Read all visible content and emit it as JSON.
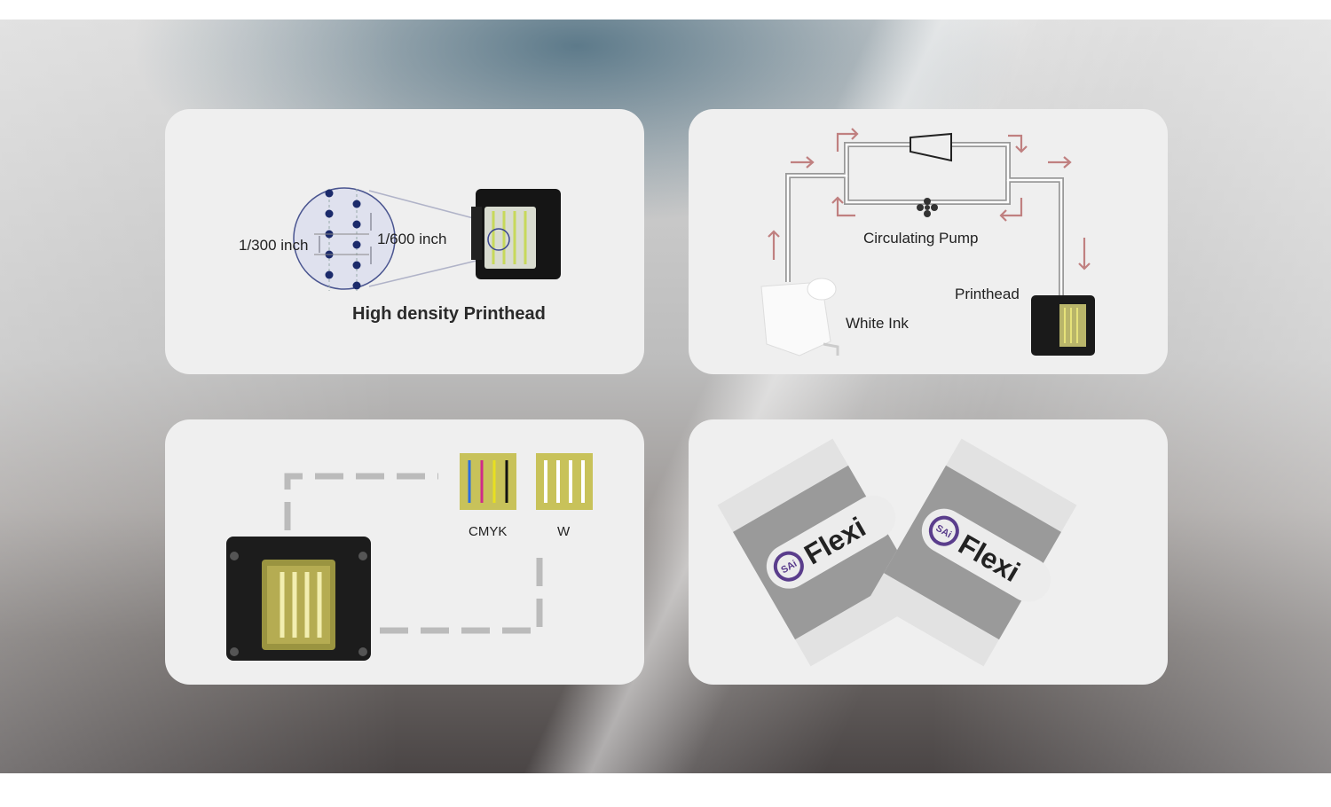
{
  "panels": {
    "high_density": {
      "label_300": "1/300 inch",
      "label_600": "1/600 inch",
      "caption": "High density Printhead"
    },
    "circulation": {
      "pump": "Circulating Pump",
      "printhead": "Printhead",
      "ink": "White Ink",
      "arrow_color": "#c08080"
    },
    "channels": {
      "cmyk": "CMYK",
      "white": "W"
    },
    "software": {
      "logo_text": "Flexi",
      "brand_mark": "SAi",
      "brand_color": "#5a3d8c"
    }
  }
}
